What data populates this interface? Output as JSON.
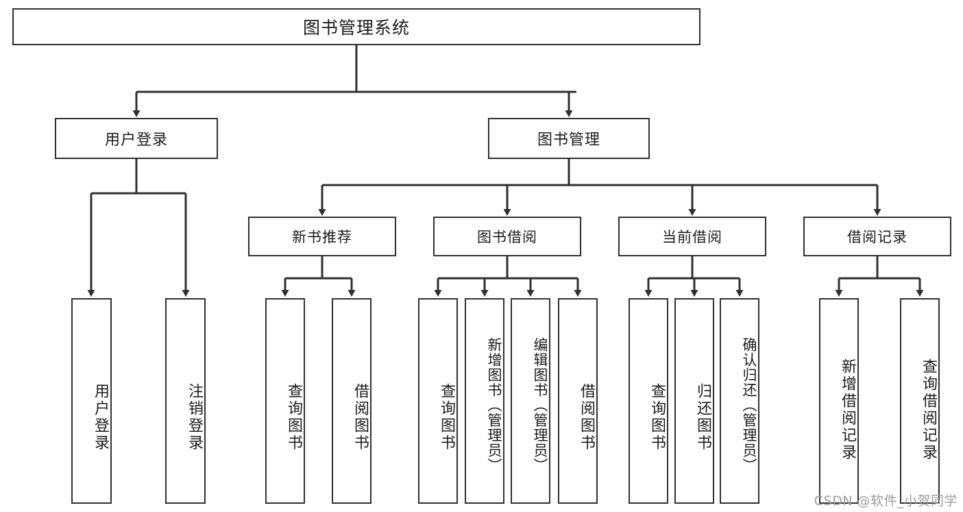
{
  "diagram": {
    "title": "图书管理系统",
    "type": "tree-hierarchy",
    "stroke_color": "#2f2f2f",
    "background_color": "#ffffff",
    "root": {
      "label": "图书管理系统"
    },
    "level2": [
      {
        "label": "用户登录"
      },
      {
        "label": "图书管理"
      }
    ],
    "level3": [
      {
        "label": "新书推荐"
      },
      {
        "label": "图书借阅"
      },
      {
        "label": "当前借阅"
      },
      {
        "label": "借阅记录"
      }
    ],
    "leaves": {
      "user_login": [
        {
          "label": "用户登录"
        },
        {
          "label": "注销登录"
        }
      ],
      "new_book_recommend": [
        {
          "label": "查询图书"
        },
        {
          "label": "借阅图书"
        }
      ],
      "book_borrow": [
        {
          "label": "查询图书"
        },
        {
          "label": "新增图书（管理员）"
        },
        {
          "label": "编辑图书（管理员）"
        },
        {
          "label": "借阅图书"
        }
      ],
      "current_borrow": [
        {
          "label": "查询图书"
        },
        {
          "label": "归还图书"
        },
        {
          "label": "确认归还（管理员）"
        }
      ],
      "borrow_record": [
        {
          "label": "新增借阅记录"
        },
        {
          "label": "查询借阅记录"
        }
      ]
    }
  },
  "watermark": {
    "text": "CSDN @软件_小贺同学"
  }
}
